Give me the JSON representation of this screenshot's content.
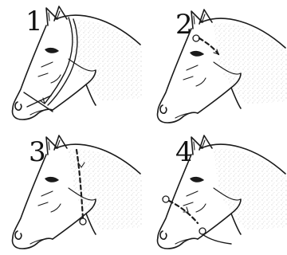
{
  "panels": [
    {
      "number": "1"
    },
    {
      "number": "2"
    },
    {
      "number": "3"
    },
    {
      "number": "4"
    }
  ]
}
